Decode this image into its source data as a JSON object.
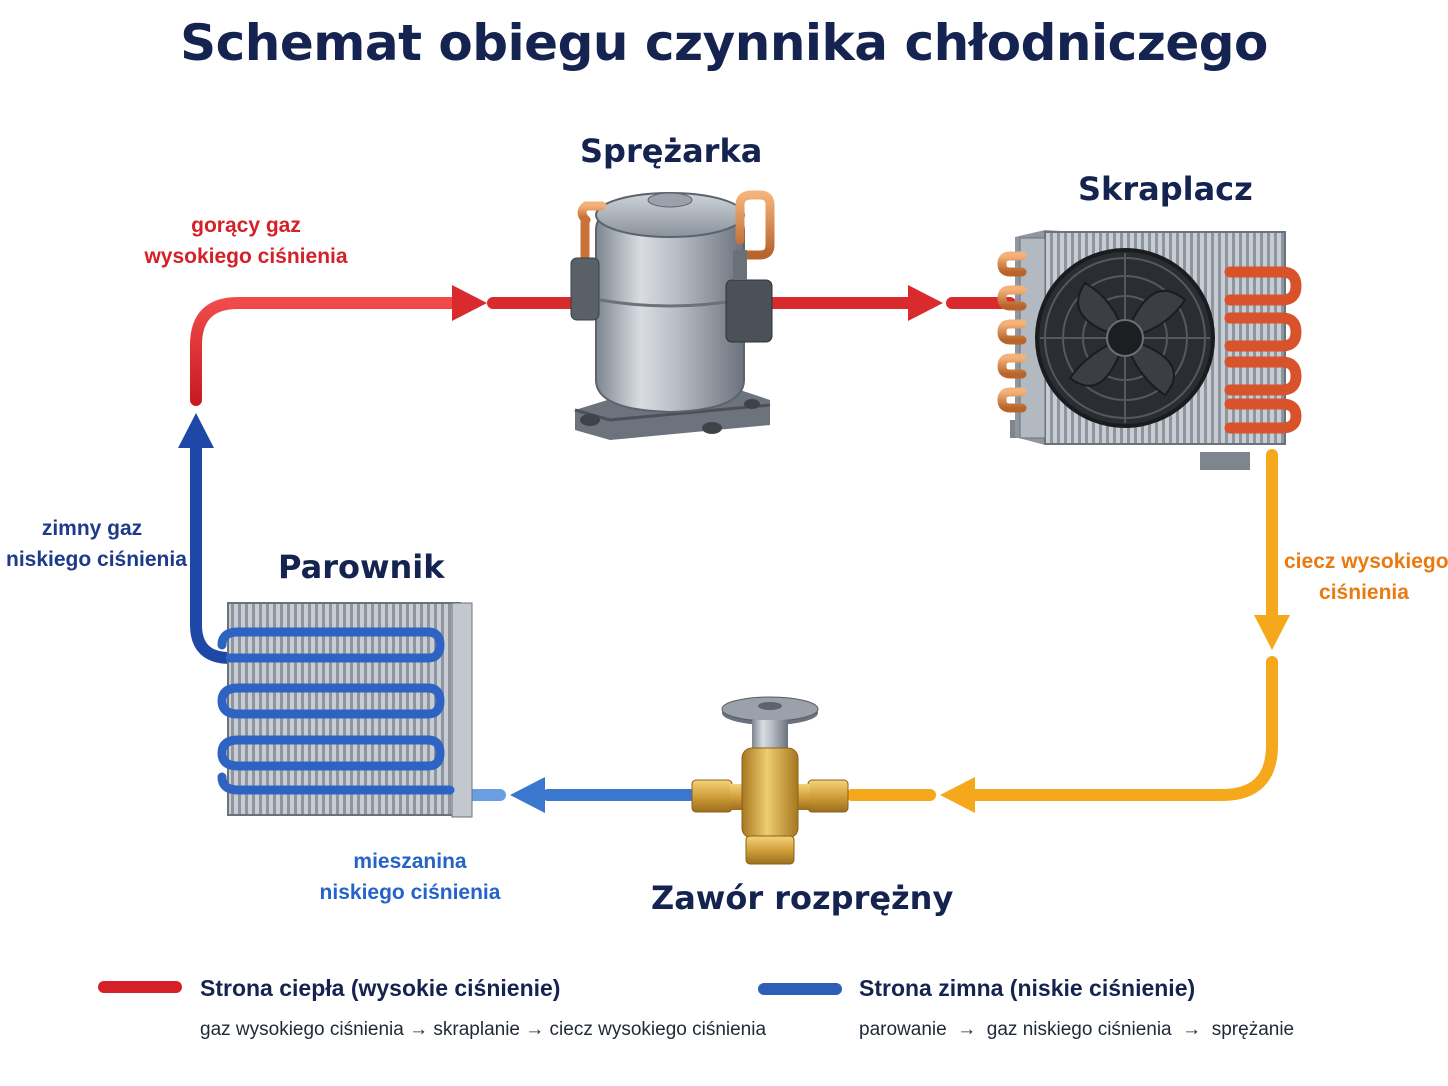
{
  "title": "Schemat obiegu czynnika chłodniczego",
  "components": {
    "compressor": "Sprężarka",
    "condenser": "Skraplacz",
    "evaporator": "Parownik",
    "expansion_valve": "Zawór rozprężny"
  },
  "flows": {
    "hot_gas": [
      "gorący gaz",
      "wysokiego ciśnienia"
    ],
    "high_pressure_liquid": [
      "ciecz wysokiego",
      "ciśnienia"
    ],
    "low_pressure_mixture": [
      "mieszanina",
      "niskiego ciśnienia"
    ],
    "cold_gas": [
      "zimny gaz",
      "niskiego ciśnienia"
    ]
  },
  "legend": {
    "warm_side": {
      "title": "Strona ciepła (wysokie ciśnienie)",
      "description": "gaz wysokiego ciśnienia → skraplanie → ciecz wysokiego ciśnienia",
      "color": "#d62027"
    },
    "cold_side": {
      "title": "Strona zimna (niskie ciśnienie)",
      "description": "parowanie  →  gaz niskiego ciśnienia  →  sprężanie",
      "color": "#2e5fb8"
    }
  },
  "colors": {
    "hot": "#e0282e",
    "liquid": "#f5a81c",
    "mixture": "#3a78d0",
    "cold": "#1f47a6",
    "title": "#14234f"
  }
}
